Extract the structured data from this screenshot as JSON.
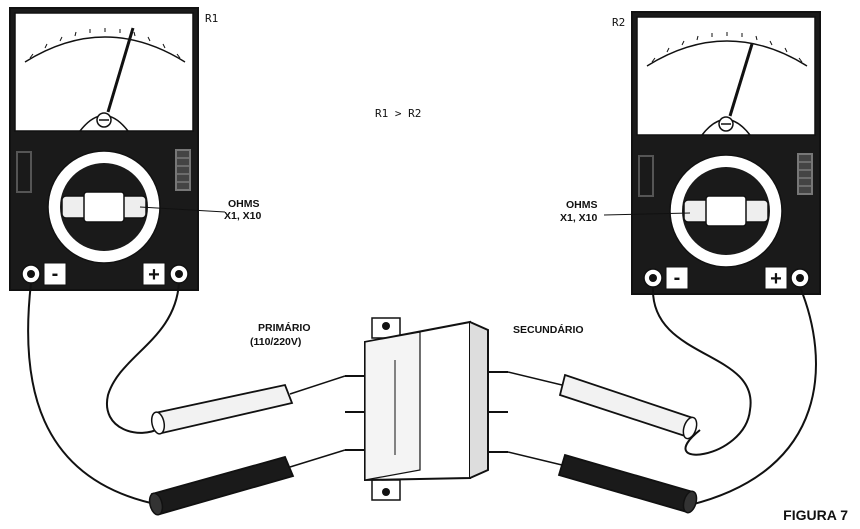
{
  "meters": {
    "left": {
      "id": "R1",
      "range_line1": "OHMS",
      "range_line2": "X1, X10",
      "neg": "-",
      "pos": "+"
    },
    "right": {
      "id": "R2",
      "range_line1": "OHMS",
      "range_line2": "X1, X10",
      "neg": "-",
      "pos": "+"
    }
  },
  "relation": "R1 > R2",
  "transformer": {
    "primary_line1": "PRIMÁRIO",
    "primary_line2": "(110/220V)",
    "secondary": "SECUNDÁRIO"
  },
  "figure_label": "FIGURA 7",
  "colors": {
    "ink": "#111111",
    "paper": "#ffffff",
    "probe_light": "#f2f2f2",
    "probe_dark": "#1a1a1a"
  }
}
